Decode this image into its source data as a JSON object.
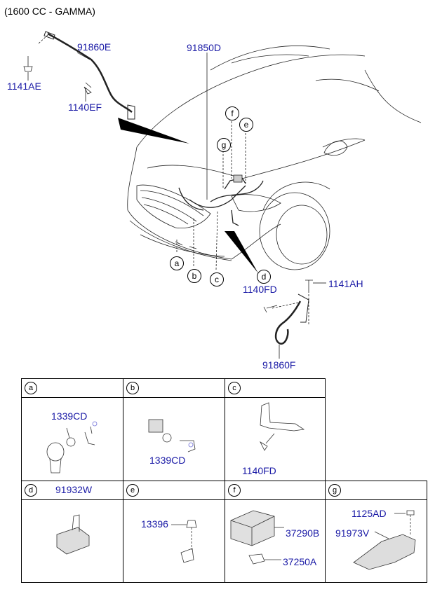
{
  "title": "(1600 CC - GAMMA)",
  "callouts": [
    "a",
    "b",
    "c",
    "d",
    "e",
    "f",
    "g"
  ],
  "main_labels": {
    "p91860E": "91860E",
    "p1141AE": "1141AE",
    "p1140EF": "1140EF",
    "p91850D": "91850D",
    "p1140FD": "1140FD",
    "p1141AH": "1141AH",
    "p91860F": "91860F"
  },
  "cells": {
    "a": {
      "key": "a",
      "labels": [
        "1339CD"
      ]
    },
    "b": {
      "key": "b",
      "labels": [
        "1339CD"
      ]
    },
    "c": {
      "key": "c",
      "labels": [
        "1140FD"
      ]
    },
    "d": {
      "key": "d",
      "header_label": "91932W"
    },
    "e": {
      "key": "e",
      "labels": [
        "13396"
      ]
    },
    "f": {
      "key": "f",
      "labels": [
        "37290B",
        "37250A"
      ]
    },
    "g": {
      "key": "g",
      "labels": [
        "1125AD",
        "91973V"
      ]
    }
  }
}
